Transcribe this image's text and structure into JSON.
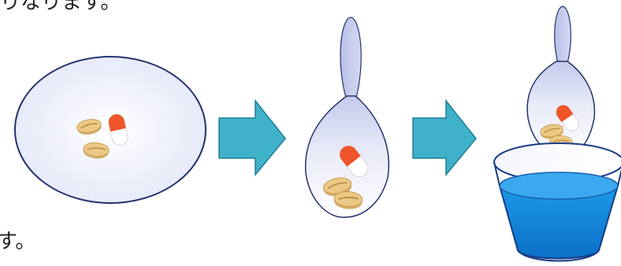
{
  "text": {
    "top_fragment": "りなります。",
    "left_fragment": "す。"
  },
  "colors": {
    "plate_fill": "#eef0fb",
    "plate_stroke": "#25326e",
    "bag_fill": "#d8dcf2",
    "bag_stroke": "#25326e",
    "arrow_fill": "#3fb0c8",
    "arrow_stroke": "#1b7890",
    "tablet_fill": "#e8c78a",
    "tablet_stroke": "#c69a52",
    "capsule_orange": "#f0542a",
    "capsule_white": "#ffffff",
    "water_fill": "#1a8fe0",
    "water_top": "#4fb4f2",
    "cup_stroke": "#173b86"
  },
  "steps": [
    {
      "name": "plate-with-medicine"
    },
    {
      "name": "medicine-in-bag"
    },
    {
      "name": "bag-dipped-in-water"
    }
  ]
}
